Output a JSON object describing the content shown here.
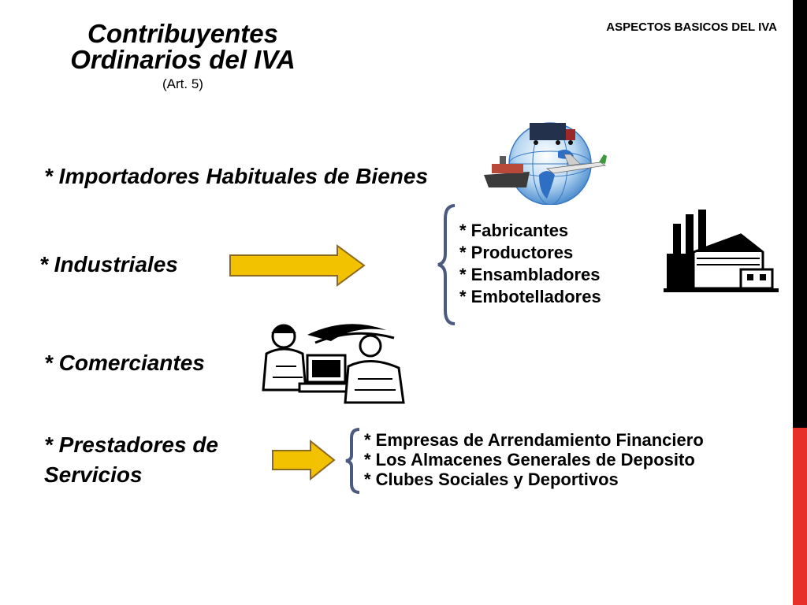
{
  "header": {
    "title_line1": "Contribuyentes",
    "title_line2": "Ordinarios del IVA",
    "article": "(Art. 5)",
    "section": "ASPECTOS BASICOS DEL IVA"
  },
  "categories": {
    "importadores": "* Importadores Habituales de Bienes",
    "industriales": "* Industriales",
    "comerciantes": "* Comerciantes",
    "prestadores_line1": "*  Prestadores  de",
    "prestadores_line2": "Servicios"
  },
  "industriales_list": [
    "* Fabricantes",
    "* Productores",
    "* Ensambladores",
    "* Embotelladores"
  ],
  "servicios_list": [
    "* Empresas de  Arrendamiento Financiero",
    "* Los Almacenes Generales de Deposito",
    "* Clubes Sociales y Deportivos"
  ],
  "colors": {
    "arrow_fill": "#f2c200",
    "arrow_stroke": "#8a6a20",
    "brace": "#4a5a80",
    "red_bar": "#e8302a"
  },
  "icons": [
    "globe-transport-icon",
    "factory-icon",
    "office-workers-icon",
    "arrow-right-icon"
  ]
}
